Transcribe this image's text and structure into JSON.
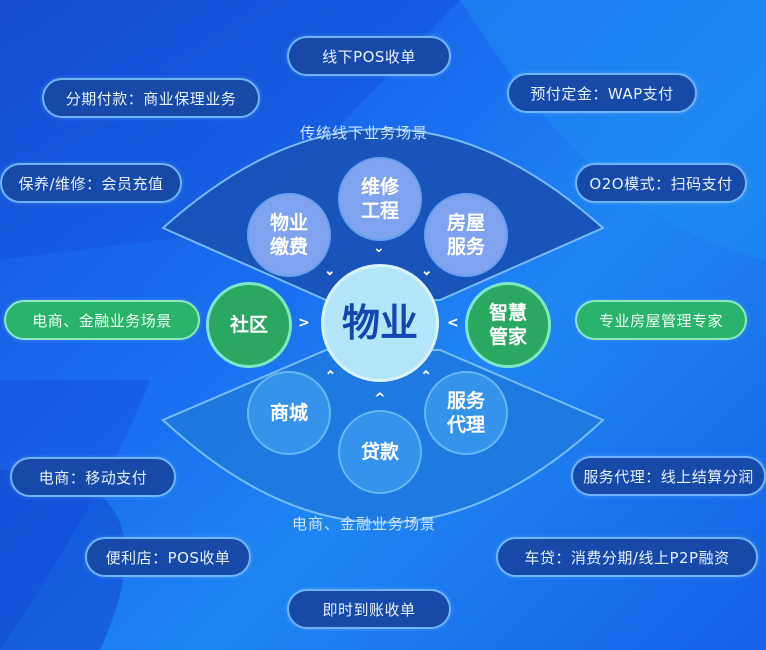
{
  "center": {
    "label": "物业"
  },
  "top_fan": {
    "title": "传统线下业务场景",
    "nodes": [
      {
        "label": "物业\n缴费"
      },
      {
        "label": "维修\n工程"
      },
      {
        "label": "房屋\n服务"
      }
    ]
  },
  "bottom_fan": {
    "title": "电商、金融业务场景",
    "nodes": [
      {
        "label": "商城"
      },
      {
        "label": "贷款"
      },
      {
        "label": "服务\n代理"
      }
    ]
  },
  "side_nodes": {
    "left": {
      "label": "社区"
    },
    "right": {
      "label": "智慧\n管家"
    }
  },
  "green_pills": {
    "left": "电商、金融业务场景",
    "right": "专业房屋管理专家"
  },
  "pills": {
    "top_center": "线下POS收单",
    "top_left": "分期付款：商业保理业务",
    "top_right": "预付定金：WAP支付",
    "mid_left": "保养/维修：会员充值",
    "mid_right": "O2O模式：扫码支付",
    "low_left": "电商：移动支付",
    "low_right": "服务代理：线上结算分润",
    "bottom_left": "便利店：POS收单",
    "bottom_right": "车贷：消费分期/线上P2P融资",
    "bottom_center": "即时到账收单"
  },
  "colors": {
    "background": "#1a6ff0",
    "pill_fill": "#1649a8",
    "pill_border": "#6fb4f7",
    "green": "#2ab36a",
    "center_fill": "#b3e6fb",
    "center_text": "#1346b0",
    "top_fan": "#1853b8",
    "bottom_fan": "#1f79e0"
  }
}
